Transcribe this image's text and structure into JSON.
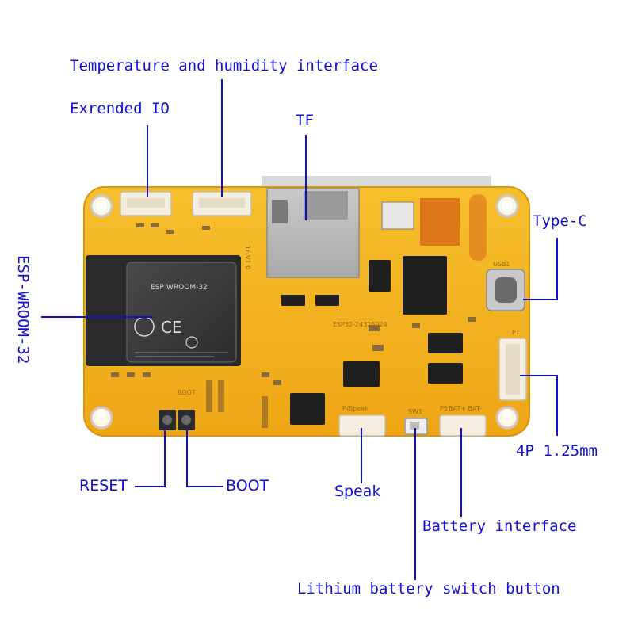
{
  "labels": {
    "temp_humidity": "Temperature and humidity interface",
    "extended_io": "Exrended IO",
    "tf": "TF",
    "type_c": "Type-C",
    "esp_module": "ESP-WROOM-32",
    "four_pin": "4P 1.25mm",
    "reset": "RESET",
    "boot": "BOOT",
    "speak": "Speak",
    "battery_interface": "Battery interface",
    "lithium_switch": "Lithium battery switch button"
  },
  "board_silkscreen": {
    "module_name": "WROOM-32",
    "module_brand": "ESP",
    "board_id": "ESP32-2432S024",
    "version": "TF V1.0",
    "usb": "USB1",
    "sw": "SW1",
    "speak_hdr": "Speak",
    "bat_hdr": "BAT+ BAT-",
    "boot_txt": "BOOT",
    "p1": "P1",
    "p4": "P4",
    "p5": "P5"
  },
  "colors": {
    "label": "#0f0fd6",
    "pcb": "#f2b21e",
    "pcb_edge": "#d8960e",
    "module": "#3a3a3a",
    "connector": "#f4ede0"
  }
}
